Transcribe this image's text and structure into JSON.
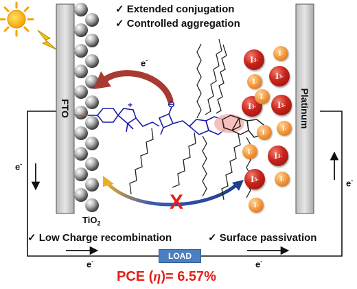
{
  "features_top": [
    {
      "check": "✓",
      "text": "Extended conjugation"
    },
    {
      "check": "✓",
      "text": "Controlled aggregation"
    }
  ],
  "features_bottom": [
    {
      "check": "✓",
      "text": "Low Charge recombination"
    },
    {
      "check": "✓",
      "text": "Surface passivation"
    }
  ],
  "electrodes": {
    "anode": "FTO",
    "cathode": "Platinum",
    "semiconductor": {
      "base": "TiO",
      "subscript": "2"
    }
  },
  "electron": {
    "base": "e",
    "sup": "-"
  },
  "load_label": "LOAD",
  "pce": {
    "prefix": "PCE (",
    "symbol": "η",
    "suffix": ")= 6.57%"
  },
  "blocked_mark": "X",
  "dye_charges": {
    "plus": "+",
    "minus": "⊖"
  },
  "ions": {
    "triiodide": {
      "base": "I",
      "sub": "3",
      "sup": "-"
    },
    "iodide": {
      "base": "I",
      "sup": "-"
    }
  },
  "colors": {
    "dye_core": "#1a1aa8",
    "alkyl_chains": "#222222",
    "triiodide_ion": "#c8231b",
    "iodide_ion": "#f2973c",
    "injection_arrow": "#a83a32",
    "recombination_arrow": "#2c4c9c",
    "pce_text": "#e3201b",
    "load_box": "#4a7fc1",
    "fluorene_highlight": "#f5b5b0"
  },
  "icons": [
    "sun-icon",
    "lightning-bolt-icon"
  ]
}
